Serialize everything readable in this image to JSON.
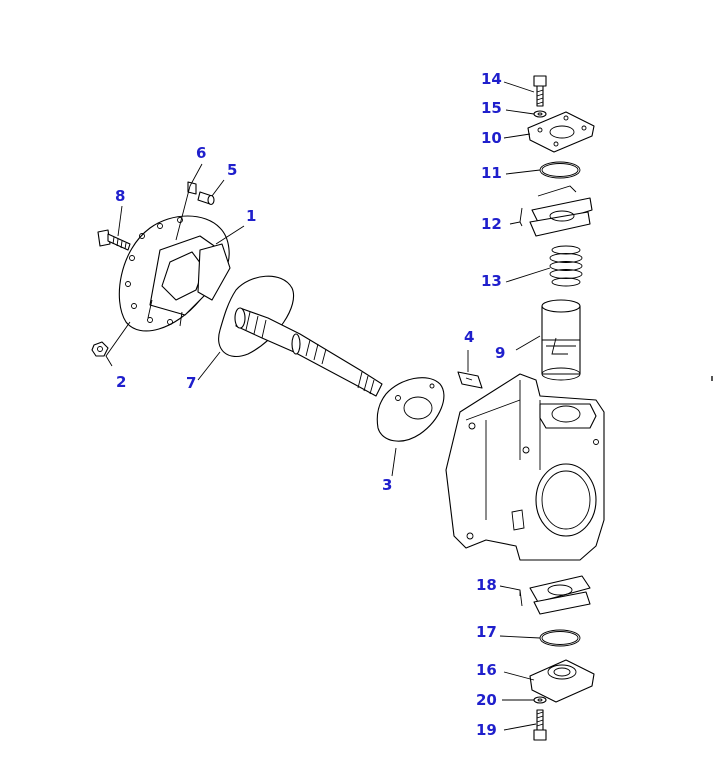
{
  "labels": [
    {
      "id": "1",
      "text": "1"
    },
    {
      "id": "2",
      "text": "2"
    },
    {
      "id": "3",
      "text": "3"
    },
    {
      "id": "4",
      "text": "4"
    },
    {
      "id": "5",
      "text": "5"
    },
    {
      "id": "6",
      "text": "6"
    },
    {
      "id": "7",
      "text": "7"
    },
    {
      "id": "8",
      "text": "8"
    },
    {
      "id": "9",
      "text": "9"
    },
    {
      "id": "10",
      "text": "10"
    },
    {
      "id": "11",
      "text": "11"
    },
    {
      "id": "12",
      "text": "12"
    },
    {
      "id": "13",
      "text": "13"
    },
    {
      "id": "14",
      "text": "14"
    },
    {
      "id": "15",
      "text": "15"
    },
    {
      "id": "16",
      "text": "16"
    },
    {
      "id": "17",
      "text": "17"
    },
    {
      "id": "18",
      "text": "18"
    },
    {
      "id": "19",
      "text": "19"
    },
    {
      "id": "20",
      "text": "20"
    }
  ],
  "colors": {
    "label": "#1f1fcc",
    "line": "#000000",
    "background": "#ffffff"
  }
}
